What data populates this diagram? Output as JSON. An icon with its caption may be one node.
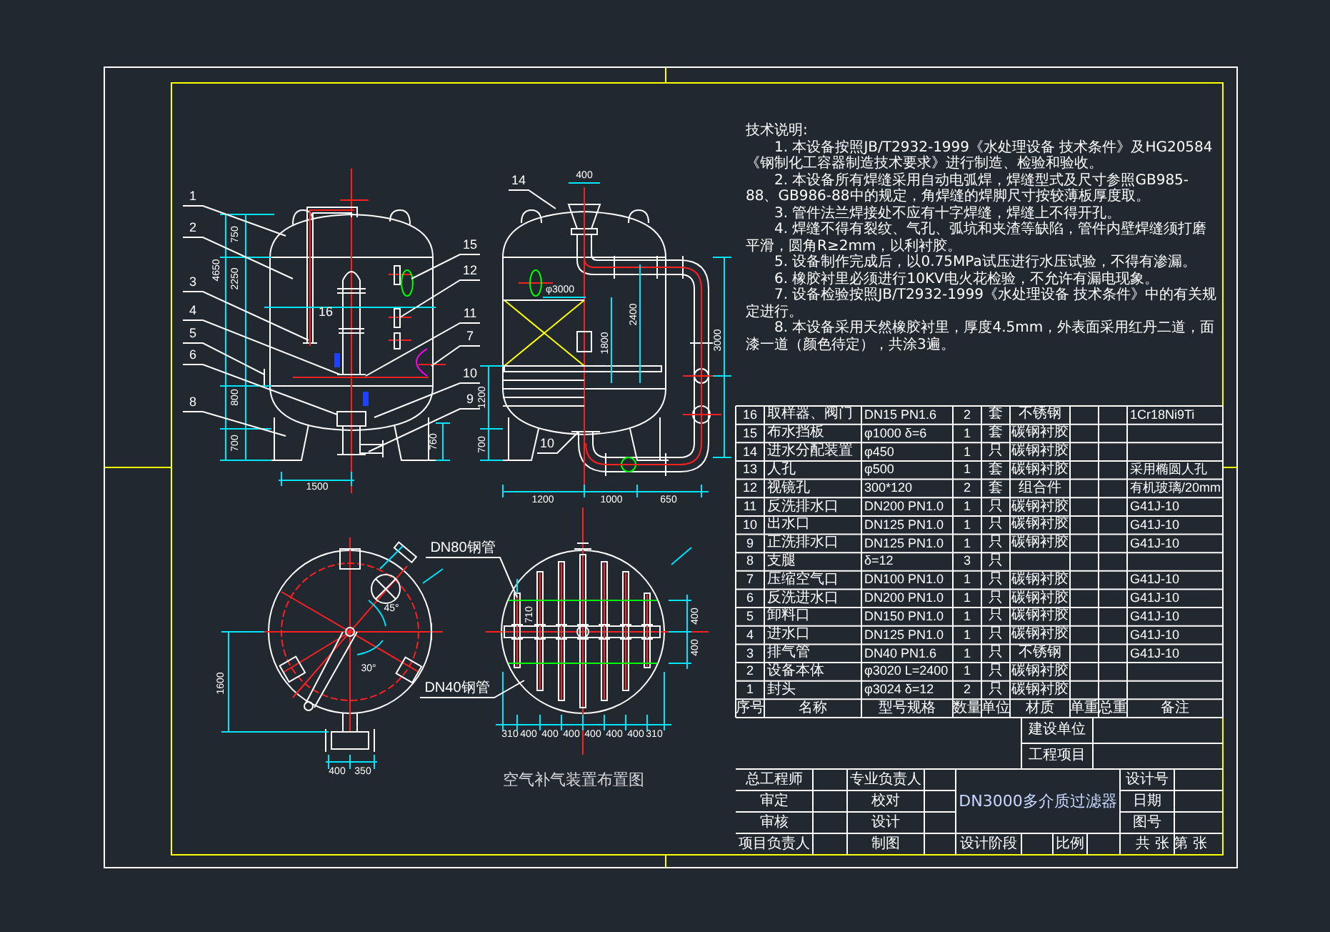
{
  "diagram": {
    "nodes": [
      {
        "text": [
          "1"
        ]
      },
      {
        "text": [
          "2"
        ]
      },
      {
        "text": [
          "3"
        ]
      },
      {
        "text": [
          "4"
        ]
      },
      {
        "text": [
          "5"
        ]
      },
      {
        "text": [
          "6"
        ]
      },
      {
        "text": [
          "8"
        ]
      },
      {
        "text": [
          "15"
        ]
      },
      {
        "text": [
          "12"
        ]
      },
      {
        "text": [
          "11"
        ]
      },
      {
        "text": [
          "7"
        ]
      },
      {
        "text": [
          "10"
        ]
      },
      {
        "text": [
          "9"
        ]
      },
      {
        "text": [
          "14"
        ]
      },
      {
        "text": [
          "10"
        ]
      },
      {
        "text": [
          "DN80钢管"
        ]
      },
      {
        "text": [
          "DN40钢管"
        ]
      }
    ],
    "edges": [
      {
        "from": 0,
        "to": null,
        "arrow": "none"
      },
      {
        "from": 1,
        "to": null,
        "arrow": "none"
      },
      {
        "from": 2,
        "to": null,
        "arrow": "none"
      },
      {
        "from": 3,
        "to": null,
        "arrow": "none"
      },
      {
        "from": 4,
        "to": null,
        "arrow": "none"
      },
      {
        "from": 5,
        "to": null,
        "arrow": "none"
      },
      {
        "from": 6,
        "to": null,
        "arrow": "none"
      },
      {
        "from": 7,
        "to": null,
        "arrow": "none"
      },
      {
        "from": 8,
        "to": null,
        "arrow": "none"
      },
      {
        "from": 9,
        "to": null,
        "arrow": "none"
      },
      {
        "from": 10,
        "to": null,
        "arrow": "none"
      },
      {
        "from": 11,
        "to": null,
        "arrow": "none"
      },
      {
        "from": 12,
        "to": null,
        "arrow": "none"
      },
      {
        "from": 13,
        "to": null,
        "arrow": "none"
      },
      {
        "from": 14,
        "to": null,
        "arrow": "none"
      },
      {
        "from": 15,
        "to": null,
        "arrow": "none"
      },
      {
        "from": 16,
        "to": null,
        "arrow": "none"
      }
    ],
    "labels": [
      "技术说明:",
      "1. 本设备按照JB/T2932-1999《水处理设备 技术条件》及HG20584《钢制化工容器制造技术要求》进行制造、检验和验收。",
      "2. 本设备所有焊缝采用自动电弧焊，焊缝型式及尺寸参照GB985-88、GB986-88中的规定，角焊缝的焊脚尺寸按较薄板厚度取。",
      "3. 管件法兰焊接处不应有十字焊缝，焊缝上不得开孔。",
      "4. 焊缝不得有裂纹、气孔、弧坑和夹渣等缺陷，管件内壁焊缝须打磨平滑，圆角R≥2mm，以利衬胶。",
      "5. 设备制作完成后，以0.75MPa试压进行水压试验，不得有渗漏。",
      "6. 橡胶衬里必须进行10KV电火花检验，不允许有漏电现象。",
      "7. 设备检验按照JB/T2932-1999《水处理设备 技术条件》中的有关规定进行。",
      "8. 本设备采用天然橡胶衬里，厚度4.5mm，外表面采用红丹二道，面漆一道（颜色待定），共涂3遍。",
      "750",
      "2250",
      "800",
      "700",
      "4650",
      "1500",
      "760",
      "400",
      "φ3000",
      "1800",
      "2400",
      "3000",
      "1200",
      "700",
      "1200",
      "1000",
      "650",
      "1600",
      "45°",
      "30°",
      "400",
      "350",
      "310",
      "400",
      "400",
      "400",
      "400",
      "400",
      "400",
      "310",
      "400",
      "400",
      "710",
      "16",
      "空气补气装置布置图",
      "16",
      "取样器、阀门",
      "DN15 PN1.6",
      "2",
      "套",
      "不锈钢",
      "1Cr18Ni9Ti",
      "15",
      "布水挡板",
      "φ1000 δ=6",
      "1",
      "套",
      "碳钢衬胶",
      "14",
      "进水分配装置",
      "φ450",
      "1",
      "只",
      "碳钢衬胶",
      "13",
      "人孔",
      "φ500",
      "1",
      "套",
      "碳钢衬胶",
      "采用椭圆人孔",
      "12",
      "视镜孔",
      "300*120",
      "2",
      "套",
      "组合件",
      "有机玻璃/20mm",
      "11",
      "反洗排水口",
      "DN200 PN1.0",
      "1",
      "只",
      "碳钢衬胶",
      "G41J-10",
      "10",
      "出水口",
      "DN125 PN1.0",
      "1",
      "只",
      "碳钢衬胶",
      "G41J-10",
      "9",
      "正洗排水口",
      "DN125 PN1.0",
      "1",
      "只",
      "碳钢衬胶",
      "G41J-10",
      "8",
      "支腿",
      "δ=12",
      "3",
      "只",
      "7",
      "压缩空气口",
      "DN100 PN1.0",
      "1",
      "只",
      "碳钢衬胶",
      "G41J-10",
      "6",
      "反洗进水口",
      "DN200 PN1.0",
      "1",
      "只",
      "碳钢衬胶",
      "G41J-10",
      "5",
      "卸料口",
      "DN150 PN1.0",
      "1",
      "只",
      "碳钢衬胶",
      "G41J-10",
      "4",
      "进水口",
      "DN125 PN1.0",
      "1",
      "只",
      "碳钢衬胶",
      "G41J-10",
      "3",
      "排气管",
      "DN40 PN1.6",
      "1",
      "只",
      "不锈钢",
      "G41J-10",
      "2",
      "设备本体",
      "φ3020 L=2400",
      "1",
      "只",
      "碳钢衬胶",
      "1",
      "封头",
      "φ3024 δ=12",
      "2",
      "只",
      "碳钢衬胶",
      "序号",
      "名称",
      "型号规格",
      "数量",
      "单位",
      "材质",
      "单重",
      "总重",
      "备注",
      "建设单位",
      "工程项目",
      "总工程师",
      "专业负责人",
      "DN3000多介质过滤器",
      "设计号",
      "审定",
      "校对",
      "日期",
      "审核",
      "设计",
      "图号",
      "项目负责人",
      "制图",
      "设计阶段",
      "比例",
      "共 张 第 张"
    ]
  }
}
